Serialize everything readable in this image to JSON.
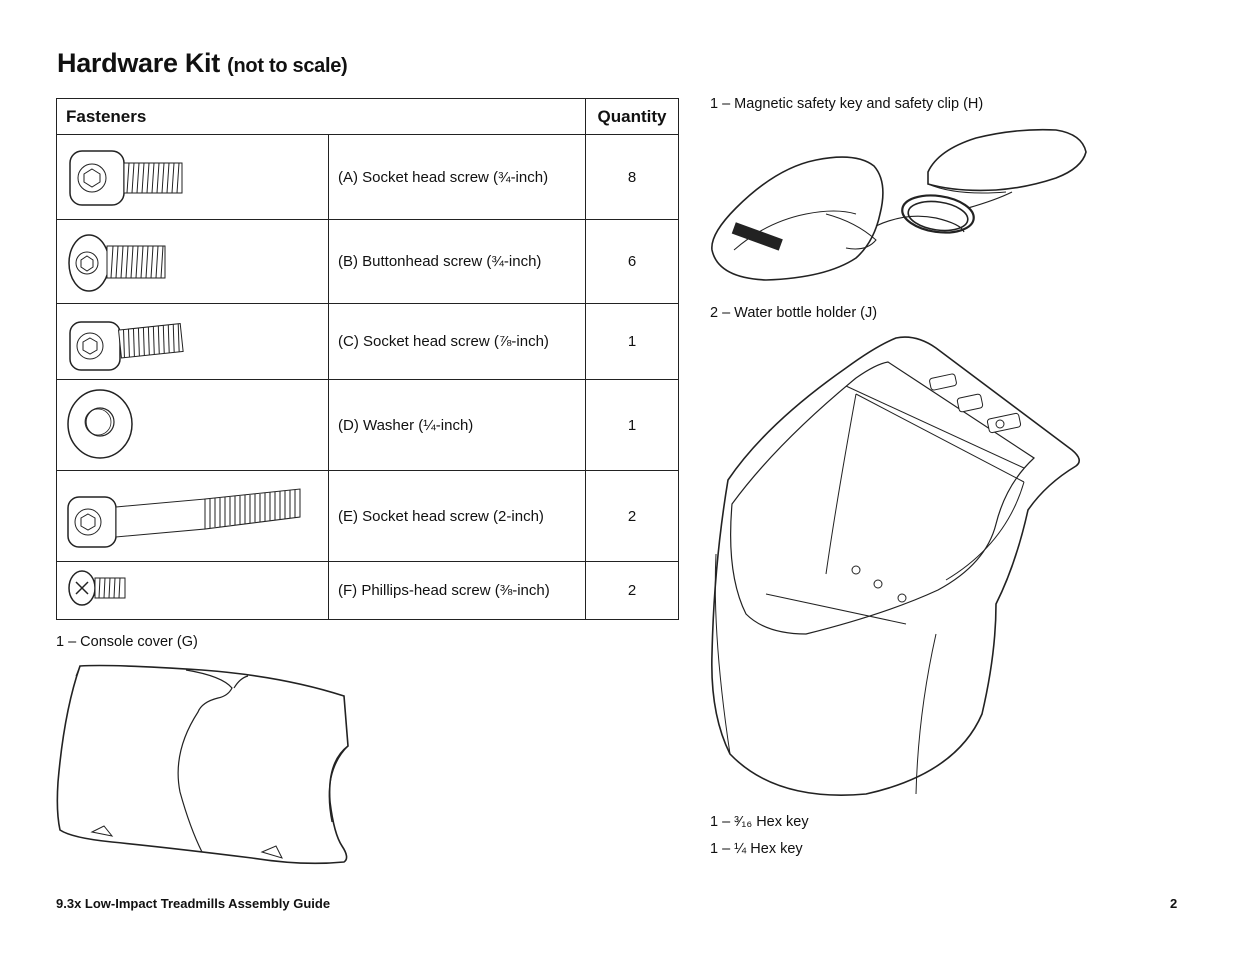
{
  "heading": {
    "main": "Hardware Kit",
    "sub": "(not to scale)"
  },
  "fasteners_table": {
    "headers": {
      "fasteners": "Fasteners",
      "quantity": "Quantity"
    },
    "rows": [
      {
        "label": "(A)  Socket head screw (¾-inch)",
        "quantity": "8",
        "icon": "socket-head-screw-icon"
      },
      {
        "label": "(B)  Buttonhead screw (¾-inch)",
        "quantity": "6",
        "icon": "buttonhead-screw-icon"
      },
      {
        "label": "(C)  Socket head screw (⅞-inch)",
        "quantity": "1",
        "icon": "socket-head-screw-icon"
      },
      {
        "label": "(D)  Washer (¼-inch)",
        "quantity": "1",
        "icon": "washer-icon"
      },
      {
        "label": "(E)  Socket head screw (2-inch)",
        "quantity": "2",
        "icon": "long-socket-head-screw-icon"
      },
      {
        "label": "(F)  Phillips-head screw (⅜-inch)",
        "quantity": "2",
        "icon": "phillips-head-screw-icon"
      }
    ]
  },
  "items": {
    "console_cover": "1 – Console cover (G)",
    "safety_key": "1 – Magnetic safety key and safety clip (H)",
    "bottle_holder": "2 – Water bottle holder (J)",
    "hex_key_small": "1 – ³⁄₁₆ Hex key",
    "hex_key_quarter": "1 – ¼ Hex key"
  },
  "footer": {
    "guide_title": "9.3x Low-Impact Treadmills Assembly Guide",
    "page_number": "2"
  }
}
